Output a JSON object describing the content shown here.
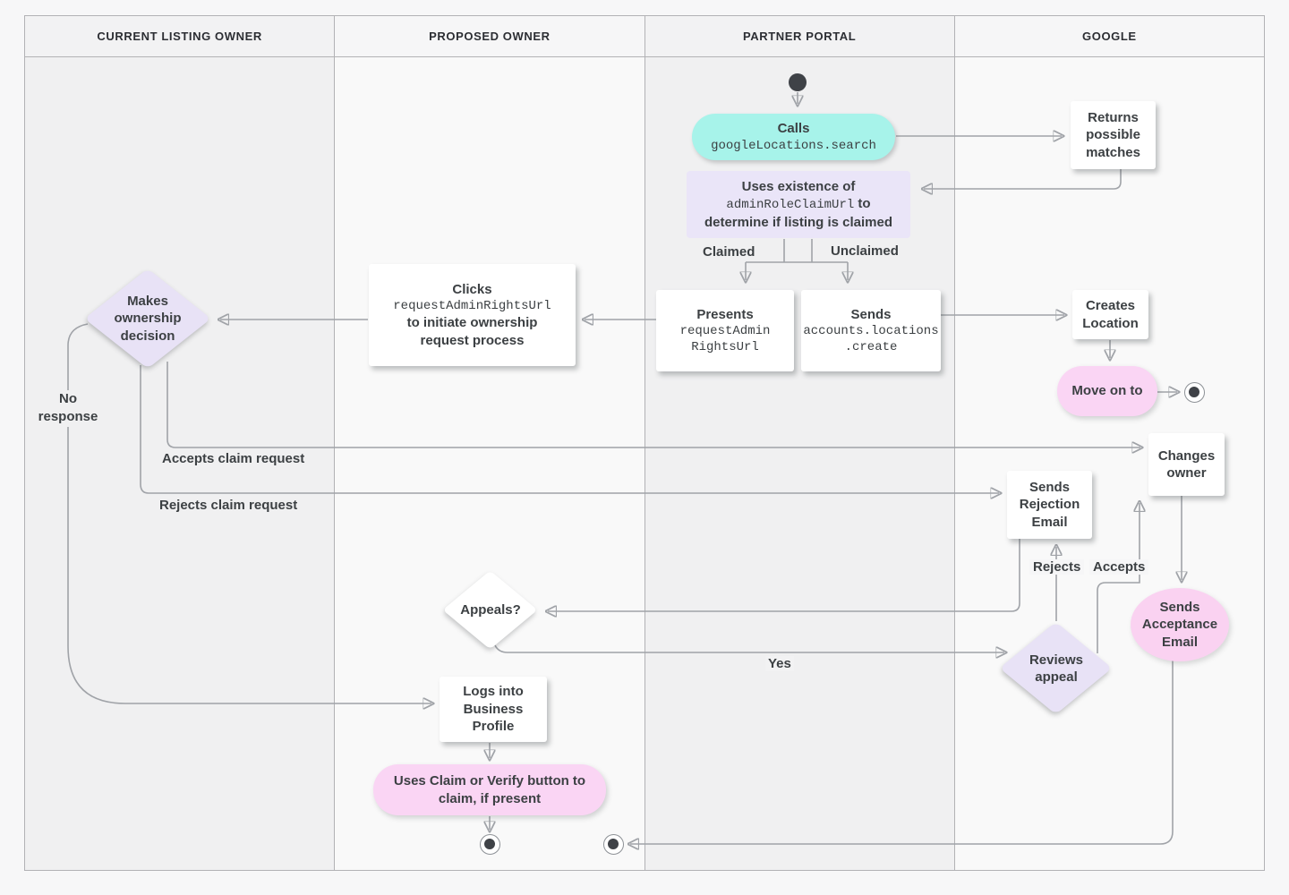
{
  "lanes": [
    {
      "label": "CURRENT LISTING OWNER"
    },
    {
      "label": "PROPOSED OWNER"
    },
    {
      "label": "PARTNER PORTAL"
    },
    {
      "label": "GOOGLE"
    }
  ],
  "nodes": {
    "calls": {
      "title": "Calls",
      "code": "googleLocations.search"
    },
    "uses": {
      "line1": "Uses existence of",
      "code": "adminRoleClaimUrl",
      "line2_suffix": " to",
      "line3": "determine if listing is claimed"
    },
    "presents": {
      "title": "Presents",
      "code_line1": "requestAdmin",
      "code_line2": "RightsUrl"
    },
    "sends_create": {
      "title": "Sends",
      "code_line1": "accounts.locations",
      "code_line2": ".create"
    },
    "returns_matches": {
      "label": "Returns possible matches"
    },
    "creates_location": {
      "label": "Creates Location"
    },
    "move_on": {
      "label": "Move on to"
    },
    "clicks": {
      "title": "Clicks",
      "code": "requestAdminRightsUrl",
      "line3": "to initiate ownership",
      "line4": "request process"
    },
    "makes_decision": {
      "label": "Makes ownership decision"
    },
    "sends_rejection": {
      "label": "Sends Rejection Email"
    },
    "changes_owner": {
      "label": "Changes owner"
    },
    "appeals": {
      "label": "Appeals?"
    },
    "reviews_appeal": {
      "label": "Reviews appeal"
    },
    "sends_acceptance": {
      "label": "Sends Acceptance Email"
    },
    "logs_into": {
      "label": "Logs into Business Profile"
    },
    "uses_claim": {
      "label": "Uses Claim or Verify button to claim, if present"
    }
  },
  "edge_labels": {
    "claimed": "Claimed",
    "unclaimed": "Unclaimed",
    "no_response": "No response",
    "accepts_claim": "Accepts claim request",
    "rejects_claim": "Rejects claim request",
    "rejects": "Rejects",
    "accepts": "Accepts",
    "yes": "Yes"
  },
  "colors": {
    "accent_cyan": "#a7f3ea",
    "accent_lavender": "#e8e2f6",
    "accent_pink": "#fad5f4",
    "node_white": "#ffffff",
    "line_gray": "#a0a3a8",
    "arrow_gray": "#6d7175",
    "text_dark": "#3c4043",
    "lane_gray": "#f0f0f1",
    "lane_light": "#f9f9f9"
  }
}
